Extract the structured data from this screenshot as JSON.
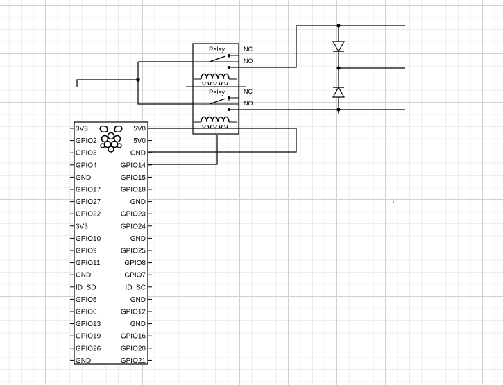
{
  "pi_header": {
    "left_pins": [
      "3V3",
      "GPIO2",
      "GPIO3",
      "GPIO4",
      "GND",
      "GPIO17",
      "GPIO27",
      "GPIO22",
      "3V3",
      "GPIO10",
      "GPIO9",
      "GPIO11",
      "GND",
      "ID_SD",
      "GPIO5",
      "GPIO6",
      "GPIO13",
      "GPIO19",
      "GPIO26",
      "GND"
    ],
    "right_pins": [
      "5V0",
      "5V0",
      "GND",
      "GPIO14",
      "GPIO15",
      "GPIO18",
      "GND",
      "GPIO23",
      "GPIO24",
      "GND",
      "GPIO25",
      "GPIO8",
      "GPIO7",
      "ID_SC",
      "GND",
      "GPIO12",
      "GND",
      "GPIO16",
      "GPIO20",
      "GPIO21"
    ],
    "logo_icon": "raspberry-pi-logo-icon"
  },
  "relays": [
    {
      "title": "Relay",
      "nc_label": "NC",
      "no_label": "NO"
    },
    {
      "title": "Relay",
      "nc_label": "NC",
      "no_label": "NO"
    }
  ],
  "colors": {
    "line": "#000000",
    "grid_major": "#d0d0d0",
    "grid_minor": "#ececec"
  }
}
